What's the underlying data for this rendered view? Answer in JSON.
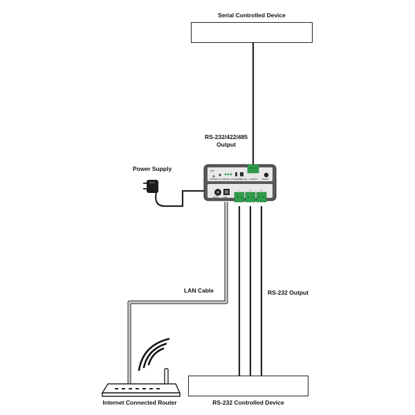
{
  "labels": {
    "serial_device": "Serial Controlled Device",
    "rs_multi_output_line1": "RS-232/422/485",
    "rs_multi_output_line2": "Output",
    "power_supply": "Power Supply",
    "lan_cable": "LAN Cable",
    "rs232_output": "RS-232 Output",
    "router": "Internet Connected Router",
    "rs232_device": "RS-232 Controlled Device"
  },
  "device_panel": {
    "logo": "CYP",
    "port_labels": [
      "POWER",
      "5V DC IN",
      "RESET",
      "ETHERNET",
      "SERVICE",
      "CONTROL",
      "UPDATE"
    ],
    "bottom_labels": [
      "DC 5V",
      "LAN",
      "1",
      "2",
      "3"
    ]
  },
  "colors": {
    "cable_gray": "#b8b8b8",
    "cable_dark": "#222222",
    "device_body": "#5a5a5a",
    "terminal_green": "#2e9e4a"
  }
}
